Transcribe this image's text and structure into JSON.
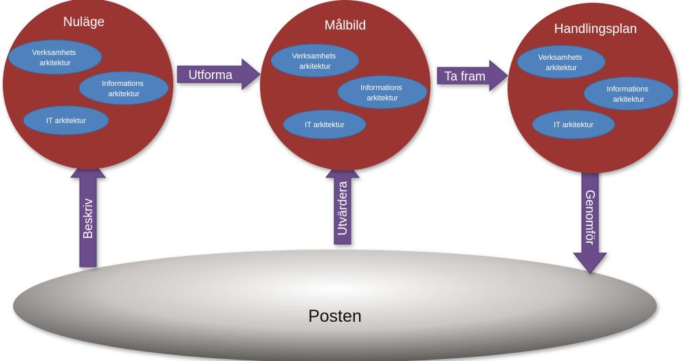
{
  "colors": {
    "circle": "#9b3633",
    "bubble": "#4f81bd",
    "arrow": "#6c4d8c",
    "base_light": "#ffffff",
    "base_dark": "#5e5a57"
  },
  "stages": [
    {
      "title": "Nuläge",
      "bubbles": [
        "Verksamhets\narkitektur",
        "Informations\narkitektur",
        "IT arkitektur"
      ]
    },
    {
      "title": "Målbild",
      "bubbles": [
        "Verksamhets\narkitektur",
        "Informations\narkitektur",
        "IT arkitektur"
      ]
    },
    {
      "title": "Handlingsplan",
      "bubbles": [
        "Verksamhets\narkitektur",
        "Informations\narkitektur",
        "IT arkitektur"
      ]
    }
  ],
  "arrows": {
    "horizontal": [
      "Utforma",
      "Ta fram"
    ],
    "vertical": [
      {
        "label": "Beskriv",
        "direction": "up"
      },
      {
        "label": "Utvärdera",
        "direction": "up"
      },
      {
        "label": "Genomför",
        "direction": "down"
      }
    ]
  },
  "base": {
    "label": "Posten"
  }
}
